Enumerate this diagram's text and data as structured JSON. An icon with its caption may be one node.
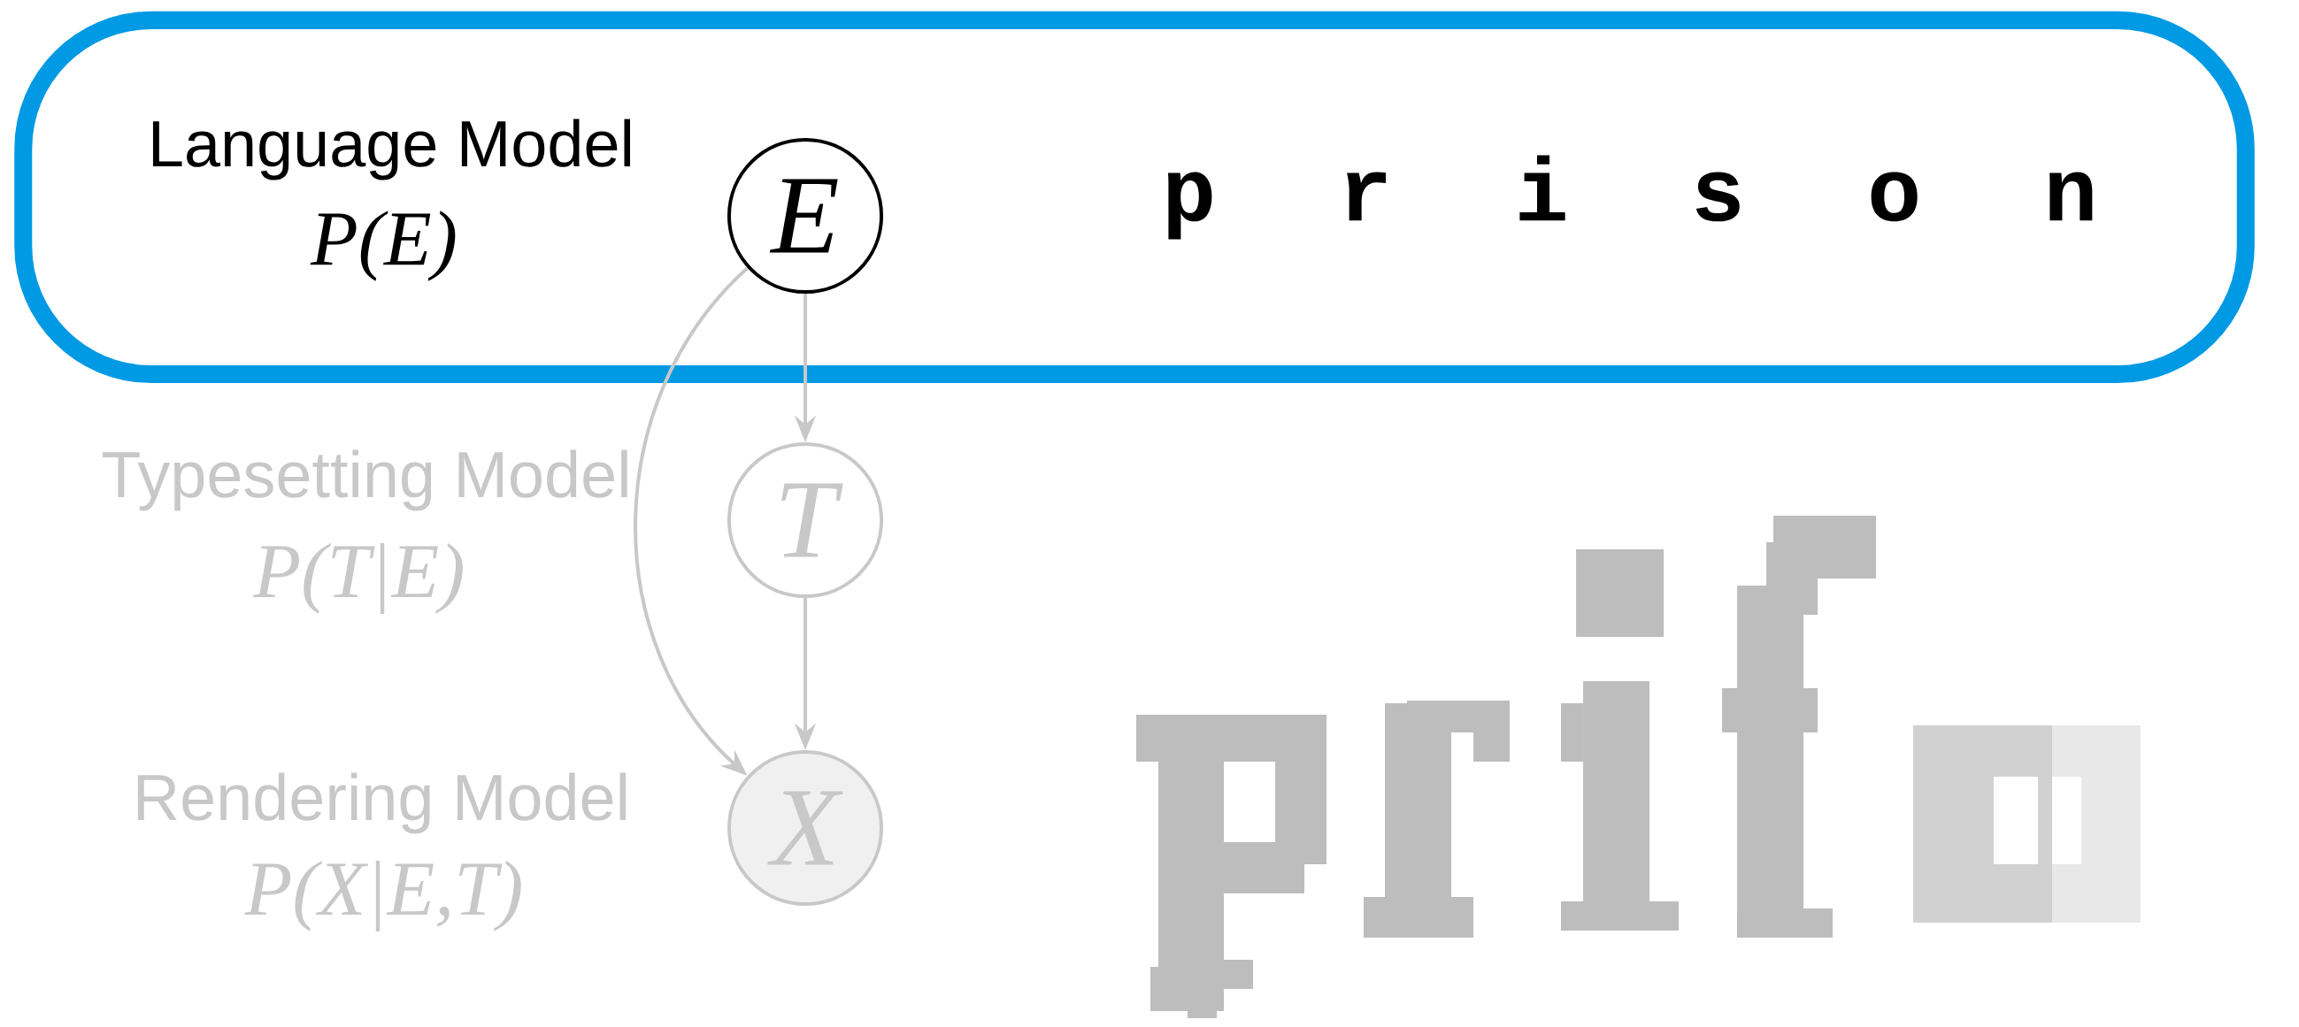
{
  "diagram": {
    "nodes": [
      {
        "text": [
          "p r i s o n"
        ]
      },
      {
        "text": [
          "E"
        ],
        "in": 0,
        "beside": [
          "Language Model",
          "P(E)"
        ]
      },
      {
        "text": [
          "T"
        ],
        "beside": [
          "Typesetting Model",
          "P(T|E)"
        ]
      },
      {
        "text": [
          "X"
        ],
        "beside": [
          "Rendering Model",
          "P(X|E,T)"
        ]
      }
    ],
    "edges": [
      {
        "from": 1,
        "to": 2,
        "arrow": "to"
      },
      {
        "from": 2,
        "to": 3,
        "arrow": "to"
      },
      {
        "from": 1,
        "to": 3,
        "arrow": "to"
      }
    ]
  }
}
